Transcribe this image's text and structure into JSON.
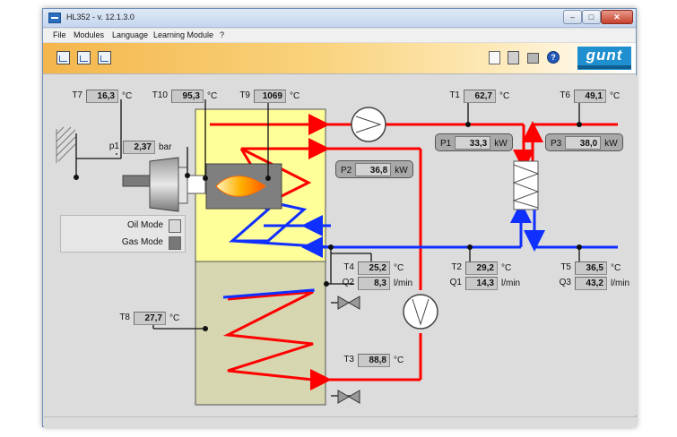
{
  "window": {
    "title": "HL352 - v. 12.1.3.0",
    "controls": {
      "minimize": "–",
      "maximize": "□",
      "close": "✕"
    }
  },
  "menu": [
    "File",
    "Modules",
    "Language",
    "Learning Module",
    "?"
  ],
  "brand": {
    "logo_text": "gunt",
    "color": "#1f8fcf"
  },
  "colors": {
    "hot": "#ff0000",
    "cold": "#1030ff",
    "tank_top": "#ffff99",
    "tank_bottom": "#d6d6b0",
    "pipe_black": "#111111"
  },
  "icons": {
    "toolbar_left": [
      "chart-icon",
      "chart-edit-icon",
      "settings-chart-icon"
    ],
    "toolbar_right": [
      "document-icon",
      "save-icon",
      "print-icon",
      "help-icon"
    ]
  },
  "sensors": {
    "T7": {
      "label": "T7",
      "value": "16,3",
      "unit": "°C"
    },
    "T10": {
      "label": "T10",
      "value": "95,3",
      "unit": "°C"
    },
    "T9": {
      "label": "T9",
      "value": "1069",
      "unit": "°C"
    },
    "T1": {
      "label": "T1",
      "value": "62,7",
      "unit": "°C"
    },
    "T6": {
      "label": "T6",
      "value": "49,1",
      "unit": "°C"
    },
    "p1": {
      "label": "p1",
      "value": "2,37",
      "unit": "bar"
    },
    "T4": {
      "label": "T4",
      "value": "25,2",
      "unit": "°C"
    },
    "Q2": {
      "label": "Q2",
      "value": "8,3",
      "unit": "l/min"
    },
    "T2": {
      "label": "T2",
      "value": "29,2",
      "unit": "°C"
    },
    "Q1": {
      "label": "Q1",
      "value": "14,3",
      "unit": "l/min"
    },
    "T5": {
      "label": "T5",
      "value": "36,5",
      "unit": "°C"
    },
    "Q3": {
      "label": "Q3",
      "value": "43,2",
      "unit": "l/min"
    },
    "T8": {
      "label": "T8",
      "value": "27,7",
      "unit": "°C"
    },
    "T3": {
      "label": "T3",
      "value": "88,8",
      "unit": "°C"
    }
  },
  "power": {
    "P1": {
      "label": "P1",
      "value": "33,3",
      "unit": "kW"
    },
    "P2": {
      "label": "P2",
      "value": "36,8",
      "unit": "kW"
    },
    "P3": {
      "label": "P3",
      "value": "38,0",
      "unit": "kW"
    }
  },
  "modes": {
    "oil": "Oil Mode",
    "gas": "Gas Mode",
    "active": "gas"
  }
}
